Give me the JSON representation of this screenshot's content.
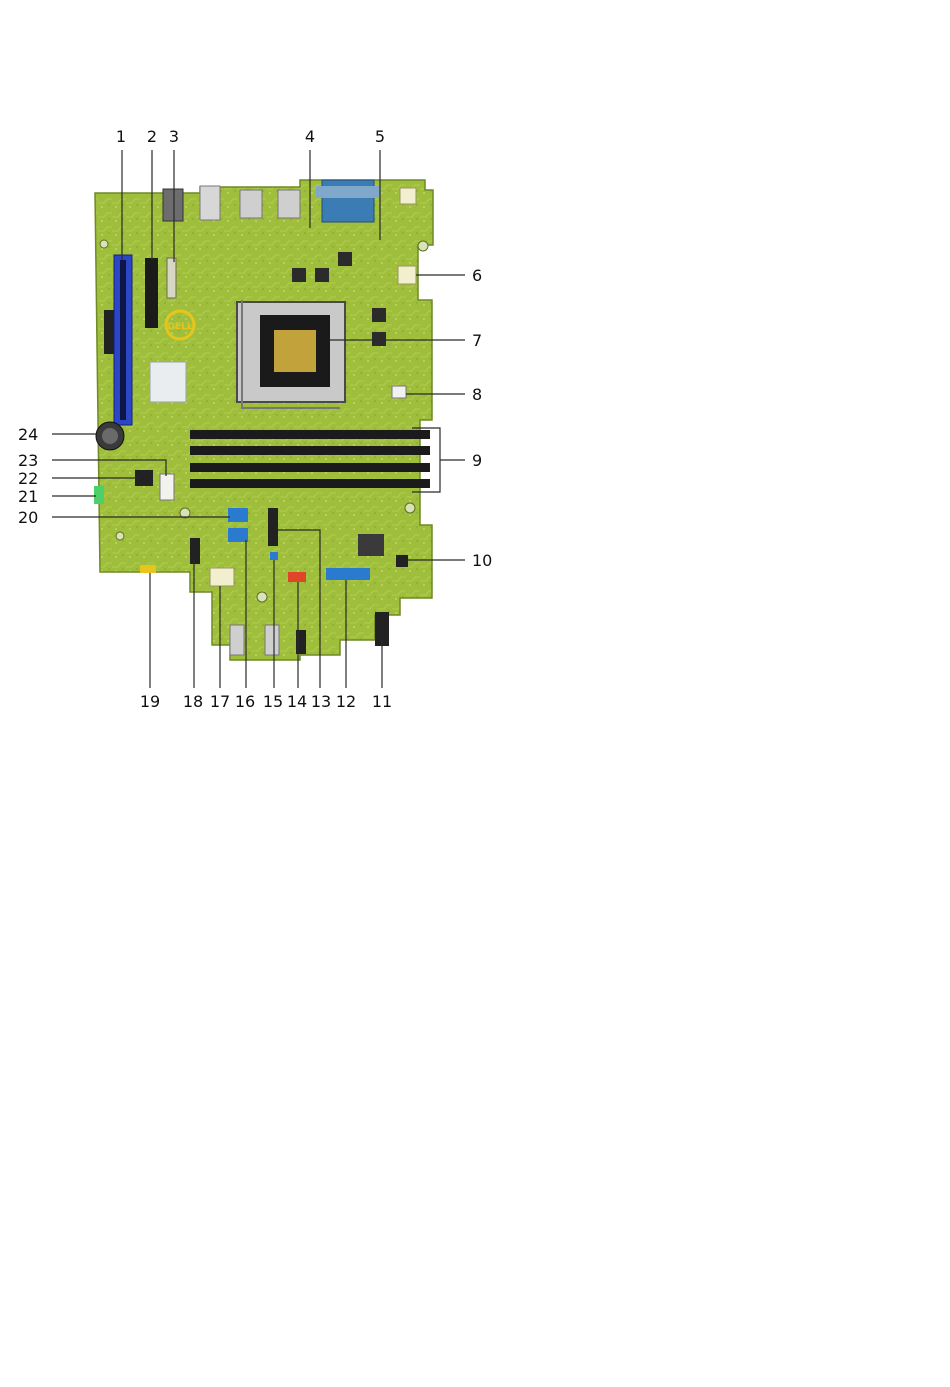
{
  "diagram": {
    "callouts": [
      {
        "id": 1,
        "label": "1"
      },
      {
        "id": 2,
        "label": "2"
      },
      {
        "id": 3,
        "label": "3"
      },
      {
        "id": 4,
        "label": "4"
      },
      {
        "id": 5,
        "label": "5"
      },
      {
        "id": 6,
        "label": "6"
      },
      {
        "id": 7,
        "label": "7"
      },
      {
        "id": 8,
        "label": "8"
      },
      {
        "id": 9,
        "label": "9"
      },
      {
        "id": 10,
        "label": "10"
      },
      {
        "id": 11,
        "label": "11"
      },
      {
        "id": 12,
        "label": "12"
      },
      {
        "id": 13,
        "label": "13"
      },
      {
        "id": 14,
        "label": "14"
      },
      {
        "id": 15,
        "label": "15"
      },
      {
        "id": 16,
        "label": "16"
      },
      {
        "id": 17,
        "label": "17"
      },
      {
        "id": 18,
        "label": "18"
      },
      {
        "id": 19,
        "label": "19"
      },
      {
        "id": 20,
        "label": "20"
      },
      {
        "id": 21,
        "label": "21"
      },
      {
        "id": 22,
        "label": "22"
      },
      {
        "id": 23,
        "label": "23"
      },
      {
        "id": 24,
        "label": "24"
      }
    ],
    "logo_text": "DELL",
    "colors": {
      "board": "#9fbe3c",
      "board_dark": "#7e9e2a",
      "pcie_blue": "#2c46c8",
      "slot_black": "#1b1b1b",
      "sata_blue": "#2a7bd0",
      "connector_white": "#f2f2ee",
      "vga_blue": "#3c7cb4",
      "header_red": "#e0452a",
      "header_green": "#4cd06a",
      "logo_gold": "#e8c51c"
    }
  }
}
